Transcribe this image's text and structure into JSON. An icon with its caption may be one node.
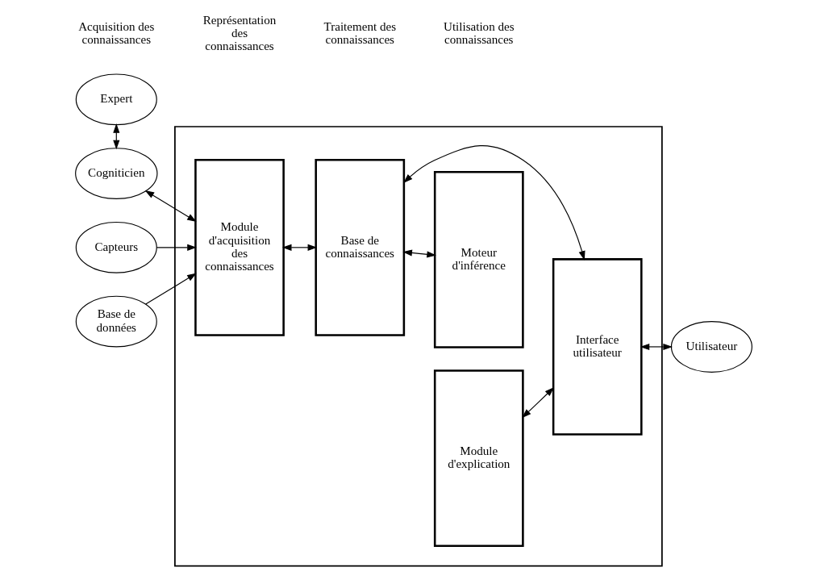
{
  "diagram": {
    "nodes": [
      {
        "text": [],
        "shape": "box"
      },
      {
        "text": [
          "Expert"
        ]
      },
      {
        "text": [
          "Cogniticien"
        ]
      },
      {
        "text": [
          "Capteurs"
        ]
      },
      {
        "text": [
          "Base de données"
        ]
      },
      {
        "text": [
          "Module d'acquisition des connaissances"
        ],
        "in": 0
      },
      {
        "text": [
          "Base de connaissances"
        ],
        "in": 0
      },
      {
        "text": [
          "Module d'explication"
        ],
        "in": 0
      },
      {
        "text": [
          "Moteur d'inférence"
        ],
        "in": 0
      },
      {
        "text": [
          "Interface utilisateur"
        ],
        "in": 0
      },
      {
        "text": [
          "Utilisateur"
        ]
      }
    ],
    "edges": [
      {
        "from": 1,
        "to": 2,
        "arrow": "both"
      },
      {
        "from": 2,
        "to": 5,
        "arrow": "both"
      },
      {
        "from": 3,
        "to": 5,
        "arrow": "to"
      },
      {
        "from": 4,
        "to": 5,
        "arrow": "to"
      },
      {
        "from": 5,
        "to": 6,
        "arrow": "both"
      },
      {
        "from": 6,
        "to": 8,
        "arrow": "both"
      },
      {
        "from": 7,
        "to": 9,
        "arrow": "both"
      },
      {
        "from": 9,
        "to": 10,
        "arrow": "both"
      },
      {
        "from": 6,
        "to": 9,
        "arrow": "both"
      }
    ],
    "labels": [
      "Acquisition des connaissances",
      "Représentation des connaissances",
      "Traitement des connaissances",
      "Utilisation des connaissances"
    ]
  }
}
